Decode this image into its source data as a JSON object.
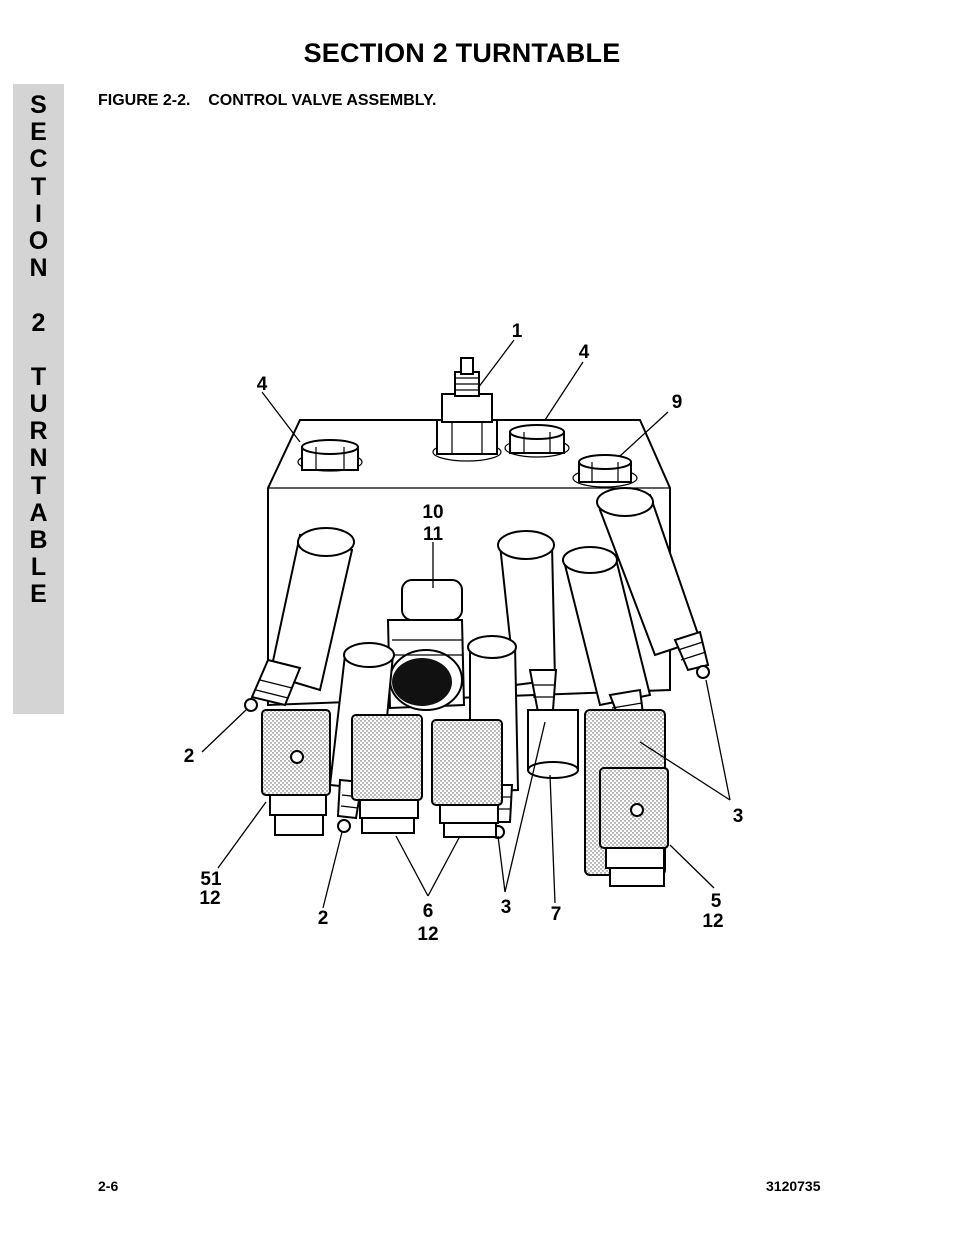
{
  "header": {
    "section_title": "SECTION 2 TURNTABLE"
  },
  "side_tab": {
    "letters": [
      "S",
      "E",
      "C",
      "T",
      "I",
      "O",
      "N",
      "",
      "2",
      "",
      "T",
      "U",
      "R",
      "N",
      "T",
      "A",
      "B",
      "L",
      "E"
    ]
  },
  "figure": {
    "caption": "FIGURE 2-2.    CONTROL VALVE ASSEMBLY.",
    "callouts": {
      "c1": "1",
      "c4_top": "4",
      "c4_left": "4",
      "c9": "9",
      "c10": "10",
      "c11": "11",
      "c2_left": "2",
      "c3_right": "3",
      "c51": "51",
      "c12_a": "12",
      "c2_bottom": "2",
      "c6": "6",
      "c12_b": "12",
      "c3_bottom": "3",
      "c7": "7",
      "c5": "5",
      "c12_c": "12"
    }
  },
  "footer": {
    "page_number": "2-6",
    "doc_number": "3120735"
  }
}
